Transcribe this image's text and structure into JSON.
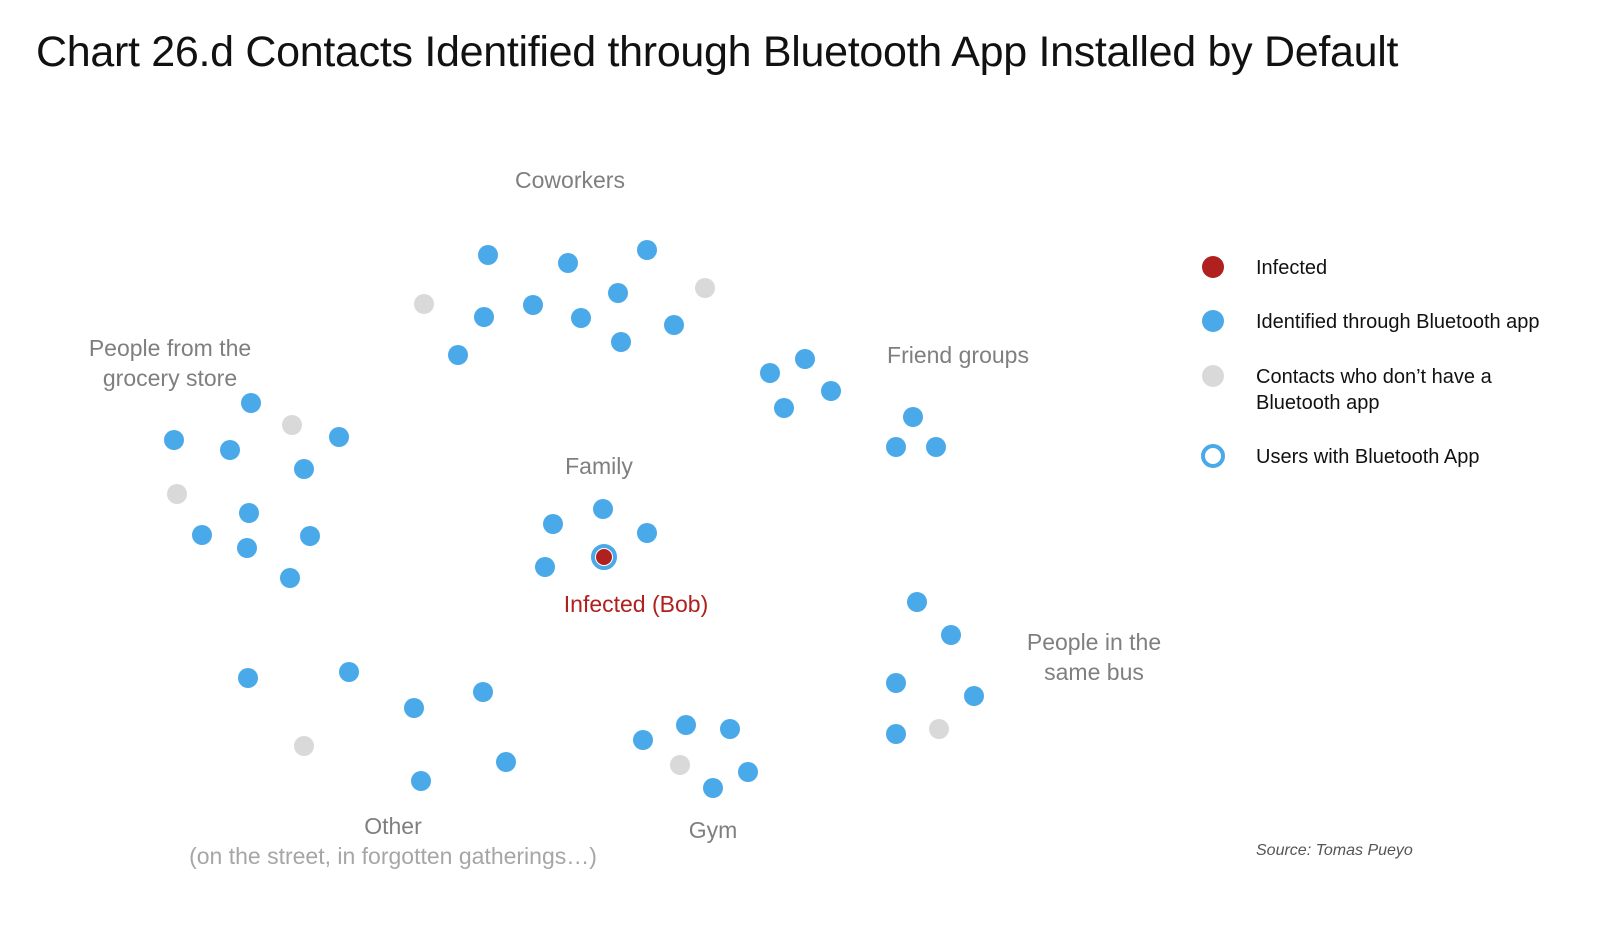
{
  "title": "Chart 26.d Contacts Identified through Bluetooth App Installed by Default",
  "colors": {
    "infected": "#b0201e",
    "identified": "#4aa9e8",
    "no_app": "#d9d9d9",
    "background": "#ffffff"
  },
  "groups": [
    {
      "id": "coworkers",
      "label_lines": [
        "Coworkers"
      ]
    },
    {
      "id": "grocery",
      "label_lines": [
        "People from the",
        "grocery store"
      ]
    },
    {
      "id": "friends",
      "label_lines": [
        "Friend groups"
      ]
    },
    {
      "id": "family",
      "label_lines": [
        "Family"
      ]
    },
    {
      "id": "bus",
      "label_lines": [
        "People in the",
        "same bus"
      ]
    },
    {
      "id": "other",
      "label_lines": [
        "Other"
      ],
      "sub_label": "(on the street, in forgotten gatherings…)"
    },
    {
      "id": "gym",
      "label_lines": [
        "Gym"
      ]
    }
  ],
  "infected_label": "Infected (Bob)",
  "legend": [
    {
      "kind": "infected",
      "icon": "infected-dot",
      "lines": [
        "Infected"
      ]
    },
    {
      "kind": "identified",
      "icon": "identified-dot",
      "lines": [
        "Identified through Bluetooth app"
      ]
    },
    {
      "kind": "no_app",
      "icon": "no-app-dot",
      "lines": [
        "Contacts who don’t have a",
        "Bluetooth app"
      ]
    },
    {
      "kind": "app_user",
      "icon": "app-user-ring",
      "lines": [
        "Users with Bluetooth App"
      ]
    }
  ],
  "source": "Source: Tomas Pueyo"
}
